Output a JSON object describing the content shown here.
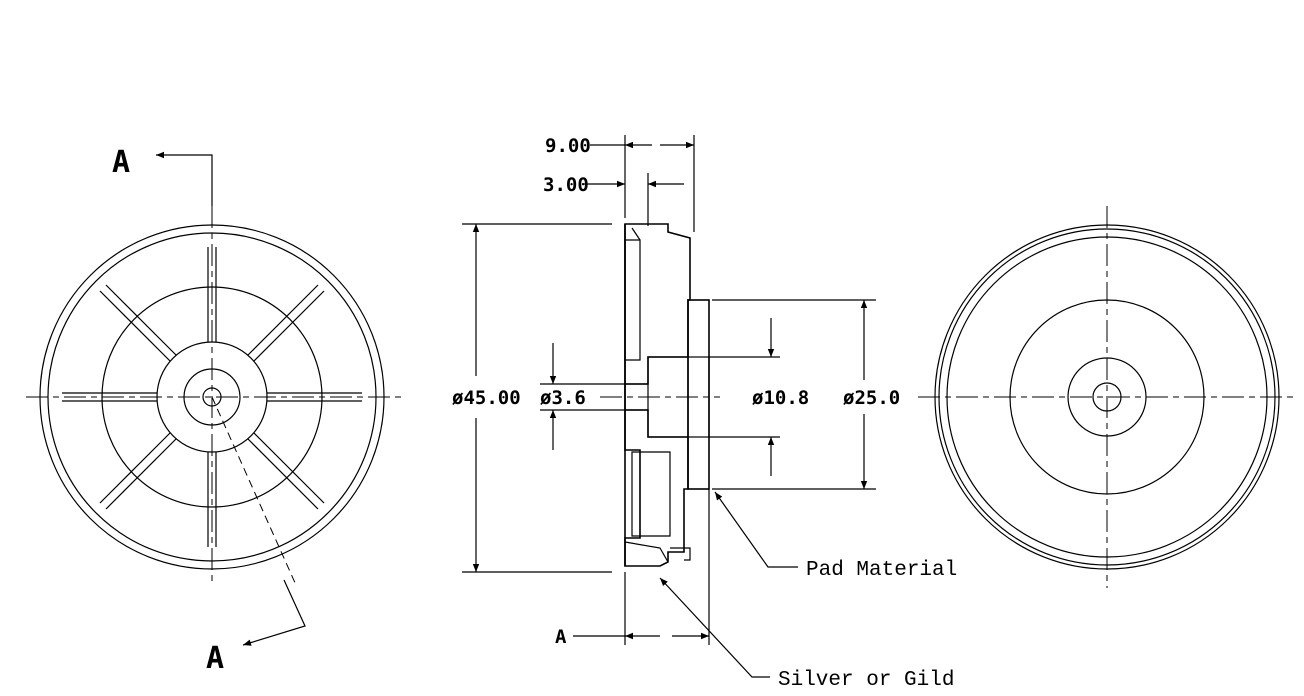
{
  "section_marker": {
    "top": "A",
    "bottom": "A",
    "lower_left": "A"
  },
  "dimensions": {
    "width_total": "9.00",
    "width_inner": "3.00",
    "diameter_outer": "ø45.00",
    "diameter_hole": "ø3.6",
    "diameter_bore": "ø10.8",
    "diameter_pad": "ø25.0"
  },
  "callouts": {
    "pad": "Pad Material",
    "plating": "Silver or Gild"
  }
}
